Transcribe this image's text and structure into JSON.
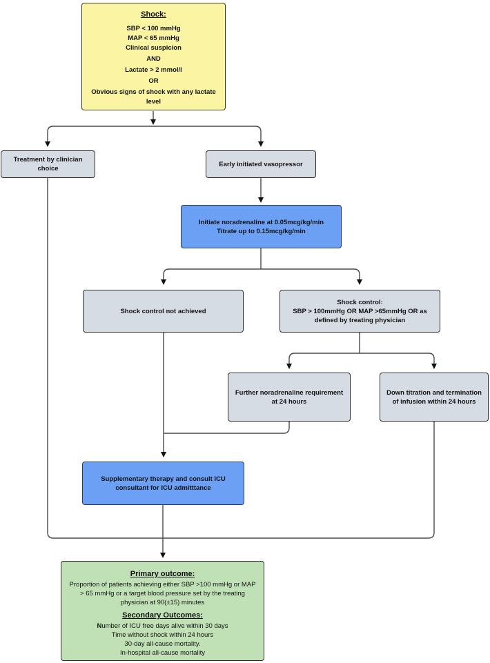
{
  "colors": {
    "yellow_fill": "#FBF5A3",
    "gray_fill": "#D6DCE3",
    "blue_fill": "#6CA0F4",
    "green_fill": "#C0E0B6",
    "line": "#4a4a4a"
  },
  "nodes": {
    "shock": {
      "title": "Shock:",
      "criteria": [
        "SBP < 100 mmHg",
        "MAP < 65 mmHg",
        "Clinical suspicion"
      ],
      "operator_and": "AND",
      "lactate": "Lactate > 2 mmol/l",
      "operator_or": "OR",
      "alternative": "Obvious signs of shock with any lactate level"
    },
    "treatment_choice": {
      "label": "Treatment by clinician choice"
    },
    "early_vasopressor": {
      "label": "Early initiated vasopressor"
    },
    "initiate_noradrenaline": {
      "line1": "Initiate noradrenaline at 0.05mcg/kg/min",
      "line2": "Titrate up to 0.15mcg/kg/min"
    },
    "shock_control_not_achieved": {
      "label": "Shock control not achieved"
    },
    "shock_control": {
      "title": "Shock control:",
      "detail": "SBP > 100mmHg OR MAP >65mmHg OR as defined by treating physician"
    },
    "further_noradrenaline": {
      "label": "Further noradrenaline requirement at 24 hours"
    },
    "down_titration": {
      "label": "Down titration and termination of infusion within 24 hours"
    },
    "supplementary_therapy": {
      "label": "Supplementary therapy and consult ICU consultant for ICU admitttance"
    },
    "outcomes": {
      "primary_title": "Primary outcome:",
      "primary_text": "Proportion of patients achieving either SBP >100 mmHg or MAP > 65 mmHg or a target blood pressure set by the treating physician at 90(±15) minutes",
      "secondary_title": "Secondary Outcomes:",
      "secondary_item_1_prefix": "N",
      "secondary_item_1_rest": "umber of ICU free days alive within 30 days",
      "secondary_item_2": "Time without shock within 24 hours",
      "secondary_item_3": "30-day all-cause mortality.",
      "secondary_item_4": "In-hospital all-cause mortality"
    }
  }
}
